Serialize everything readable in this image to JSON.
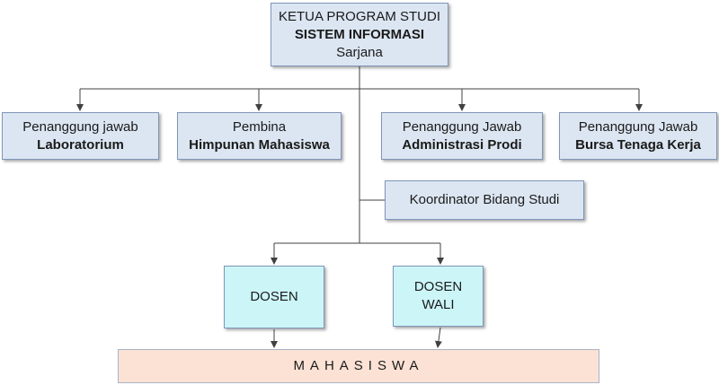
{
  "head": {
    "line1": "KETUA PROGRAM STUDI",
    "line2": "SISTEM INFORMASI",
    "line3": "Sarjana"
  },
  "units": [
    {
      "line1": "Penanggung jawab",
      "line2": "Laboratorium"
    },
    {
      "line1": "Pembina",
      "line2": "Himpunan Mahasiswa"
    },
    {
      "line1": "Penanggung Jawab",
      "line2": "Administrasi Prodi"
    },
    {
      "line1": "Penanggung Jawab",
      "line2": "Bursa Tenaga Kerja"
    }
  ],
  "coordinator": {
    "label": "Koordinator Bidang Studi"
  },
  "dosen": {
    "label": "DOSEN"
  },
  "dosen_wali": {
    "line1": "DOSEN",
    "line2": "WALI"
  },
  "mahasiswa": {
    "label": "MAHASISWA"
  },
  "colors": {
    "unit_fill": "#dce6f2",
    "dosen_fill": "#ccf5f8",
    "mahasiswa_fill": "#fbe2d5",
    "connector": "#404040"
  }
}
